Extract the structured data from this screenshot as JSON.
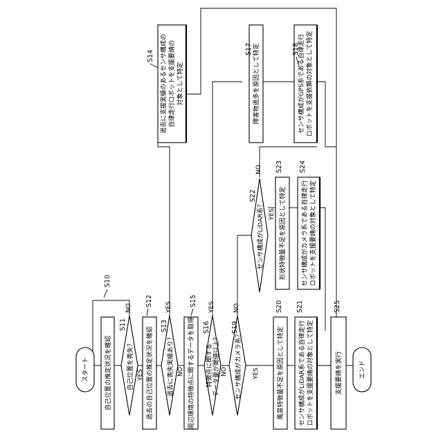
{
  "nodes": {
    "start": "スタート",
    "s10": "自己位置の推定状況を確認",
    "s11": "自己位置を喪失？",
    "s12": "過去の自己位置の推定状況を確認",
    "s13": "過去に喪失実績あり？",
    "s14_1": "過去に支援実績のあるセンサ構成の",
    "s14_2": "自律走行ロボットを支援要請の",
    "s14_3": "対象として特定",
    "s15": "周辺環境の特徴点に関するデータを取得",
    "s16_1": "特徴点に関する",
    "s16_2": "データ量が閾値以上？",
    "s17": "障害物過多を原因として特定",
    "s18_1": "センサ構成がGPS系である自律走行",
    "s18_2": "ロボットを支援依頼の対象として特定",
    "s19": "センサ構成がカメラ系？",
    "s20": "風景特徴量不足を原因として特定",
    "s21_1": "センサ構成がLiDAR系である自律走行",
    "s21_2": "ロボットを支援要請の対象として特定",
    "s22": "センサ構成がLiDAR系？",
    "s23": "形状特徴量不足を原因として特定",
    "s24_1": "センサ構成がカメラ系である自律走行",
    "s24_2": "ロボットを支援要請の対象として特定",
    "s25": "支援要請を実行",
    "end": "エンド"
  },
  "labels": {
    "s10": "S10",
    "s11": "S11",
    "s12": "S12",
    "s13": "S13",
    "s14": "S14",
    "s15": "S15",
    "s16": "S16",
    "s17": "S17",
    "s18": "S18",
    "s19": "S19",
    "s20": "S20",
    "s21": "S21",
    "s22": "S22",
    "s23": "S23",
    "s24": "S24",
    "s25": "S25"
  },
  "branches": {
    "yes": "YES",
    "no": "NO"
  }
}
